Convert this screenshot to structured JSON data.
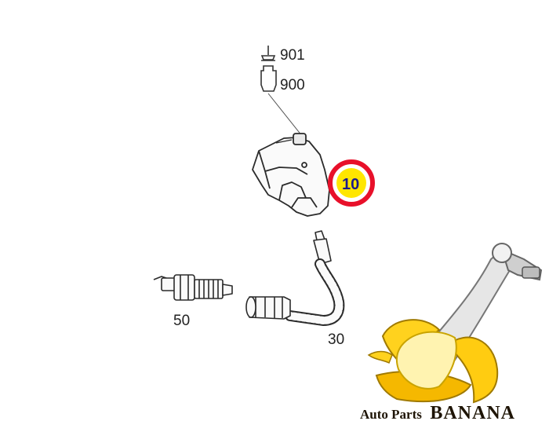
{
  "parts": {
    "p901": "901",
    "p900": "900",
    "p10": "10",
    "p50": "50",
    "p30": "30"
  },
  "highlight": {
    "part": "10",
    "ring_color": "#e8102a",
    "fill_color": "#ffe600"
  },
  "watermark": {
    "brand_prefix": "Auto Parts",
    "brand_name": "BANANA"
  }
}
